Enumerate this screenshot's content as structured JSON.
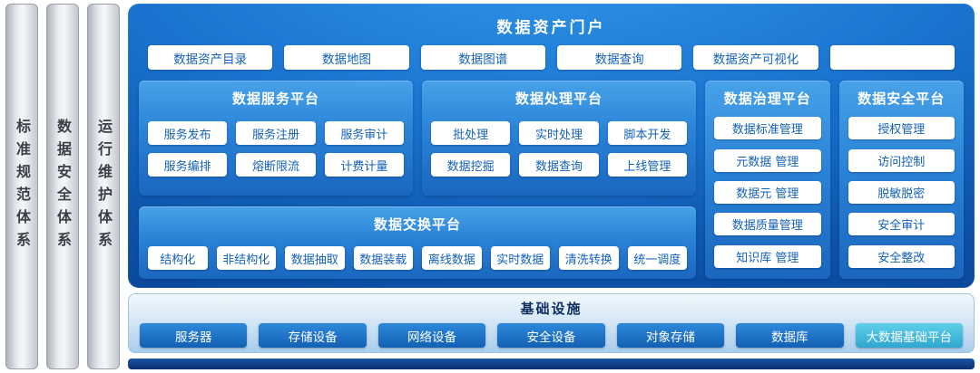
{
  "side_systems": {
    "items": [
      "标准规范体系",
      "数据安全体系",
      "运行维护体系"
    ]
  },
  "portal": {
    "title": "数据资产门户",
    "items": [
      "数据资产目录",
      "数据地图",
      "数据图谱",
      "数据查询",
      "数据资产可视化",
      ""
    ]
  },
  "service_platform": {
    "title": "数据服务平台",
    "row1": [
      "服务发布",
      "服务注册",
      "服务审计"
    ],
    "row2": [
      "服务编排",
      "熔断限流",
      "计费计量"
    ]
  },
  "processing_platform": {
    "title": "数据处理平台",
    "row1": [
      "批处理",
      "实时处理",
      "脚本开发"
    ],
    "row2": [
      "数据挖掘",
      "数据查询",
      "上线管理"
    ]
  },
  "governance_platform": {
    "title": "数据治理平台",
    "items": [
      "数据标准管理",
      "元数据 管理",
      "数据元 管理",
      "数据质量管理",
      "知识库 管理"
    ]
  },
  "security_platform": {
    "title": "数据安全平台",
    "items": [
      "授权管理",
      "访问控制",
      "脱敏脱密",
      "安全审计",
      "安全整改"
    ]
  },
  "exchange_platform": {
    "title": "数据交换平台",
    "items": [
      "结构化",
      "非结构化",
      "数据抽取",
      "数据装载",
      "离线数据",
      "实时数据",
      "清洗转换",
      "统一调度"
    ]
  },
  "infrastructure": {
    "title": "基础设施",
    "items": [
      "服务器",
      "存储设备",
      "网络设备",
      "安全设备",
      "对象存储",
      "数据库",
      "大数据基础平台"
    ],
    "highlight_item": "大数据基础平台"
  },
  "colors": {
    "main_panel_dark": "#093f8d",
    "main_panel_light": "#2f95e8",
    "sub_panel_top": "#47a2e8",
    "sub_panel_bottom": "#1a66bf",
    "button_bg": "#ffffff",
    "button_text": "#1461b8",
    "infra_bg_light": "#f2f8fd",
    "infra_title_text": "#0d2e5e",
    "infra_button": "#1360b4",
    "infra_highlight": "#2fa6cf",
    "side_bar_silver": "#c3c7cf",
    "side_bar_text": "#3a3f47",
    "base_bar": "#0a3071"
  }
}
